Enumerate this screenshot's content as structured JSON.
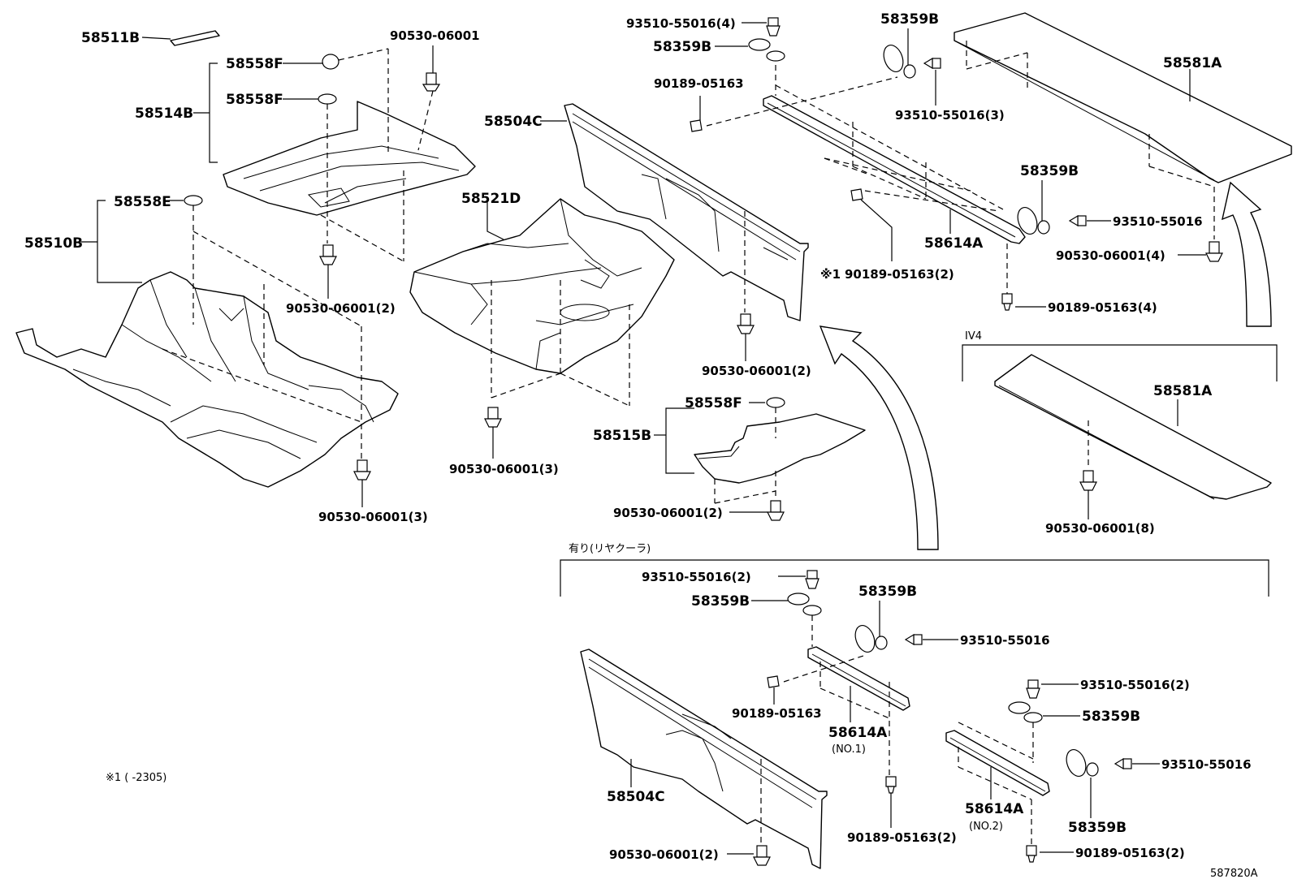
{
  "labels": {
    "l58511B": "58511B",
    "l90530a": "90530-06001",
    "l58558F_1": "58558F",
    "l58558F_2": "58558F",
    "l58514B": "58514B",
    "l58558E": "58558E",
    "l58510B": "58510B",
    "l90530_2a": "90530-06001(2)",
    "l90530_3a": "90530-06001(3)",
    "l58504C": "58504C",
    "l58521D": "58521D",
    "l90530_3b": "90530-06001(3)",
    "l90530_2b": "90530-06001(2)",
    "l58558F_3": "58558F",
    "l58515B": "58515B",
    "l90530_2c": "90530-06001(2)",
    "l93510_4": "93510-55016(4)",
    "l58359B_1": "58359B",
    "l58359B_2": "58359B",
    "l90189a": "90189-05163",
    "l93510_3": "93510-55016(3)",
    "l58581A_1": "58581A",
    "l58359B_3": "58359B",
    "l93510a": "93510-55016",
    "l90530_4": "90530-06001(4)",
    "l58614A_1": "58614A",
    "l_note1": "※1",
    "l90189_2a": "90189-05163(2)",
    "l90189_4": "90189-05163(4)",
    "l_iv4": "IV4",
    "l58581A_2": "58581A",
    "l90530_8": "90530-06001(8)",
    "l_rear_cooler": "有り(リヤクーラ)",
    "l93510_2a": "93510-55016(2)",
    "l58359B_4": "58359B",
    "l58359B_5": "58359B",
    "l93510b": "93510-55016",
    "l90189b": "90189-05163",
    "l58614A_2": "58614A",
    "l_no1": "(NO.1)",
    "l58504C_2": "58504C",
    "l90530_2d": "90530-06001(2)",
    "l90189_2b": "90189-05163(2)",
    "l93510_2b": "93510-55016(2)",
    "l58359B_6": "58359B",
    "l93510c": "93510-55016",
    "l58614A_3": "58614A",
    "l_no2": "(NO.2)",
    "l58359B_7": "58359B",
    "l90189_2c": "90189-05163(2)",
    "l_footnote": "※1 (        -2305)",
    "l_code": "587820A"
  }
}
